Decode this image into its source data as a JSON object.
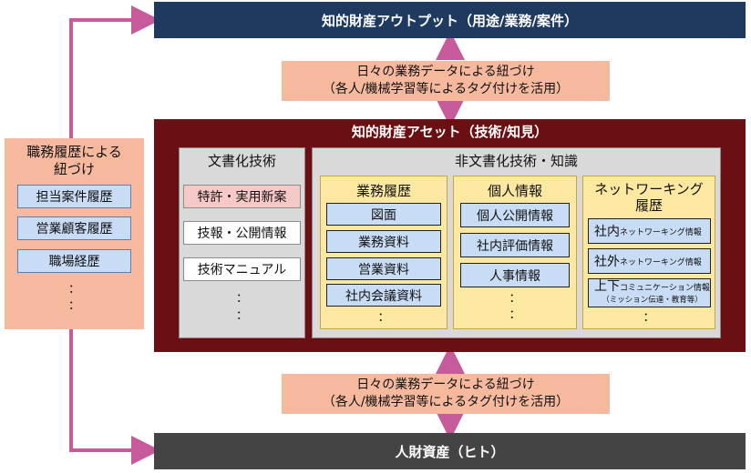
{
  "output_title": "知的財産アウトプット（用途/業務/案件）",
  "link_top": {
    "line1": "日々の業務データによる紐づけ",
    "line2": "（各人/機械学習等によるタグ付けを活用）"
  },
  "link_bottom": {
    "line1": "日々の業務データによる紐づけ",
    "line2": "（各人/機械学習等によるタグ付けを活用）"
  },
  "human_title": "人財資産（ヒト）",
  "left_panel": {
    "title_line1": "職務履歴による",
    "title_line2": "紐づけ",
    "items": [
      "担当案件履歴",
      "営業顧客履歴",
      "職場経歴"
    ],
    "ellipsis": "："
  },
  "asset": {
    "title": "知的財産アセット（技術/知見）",
    "documented": {
      "title": "文書化技術",
      "items": [
        "特許・実用新案",
        "技報・公開情報",
        "技術マニュアル"
      ],
      "ellipsis": "："
    },
    "undocumented": {
      "title": "非文書化技術・知識",
      "work_history": {
        "title": "業務履歴",
        "items": [
          "図面",
          "業務資料",
          "営業資料",
          "社内会議資料"
        ],
        "ellipsis": "："
      },
      "personal": {
        "title": "個人情報",
        "items": [
          "個人公開情報",
          "社内評価情報",
          "人事情報"
        ],
        "ellipsis": "："
      },
      "networking": {
        "title_line1": "ネットワーキング",
        "title_line2": "履歴",
        "items": [
          {
            "main": "社内",
            "sub": "ネットワーキング情報"
          },
          {
            "main": "社外",
            "sub": "ネットワーキング情報"
          },
          {
            "main": "上下",
            "sub": "コミュニケーション情報",
            "sub2": "（ミッション伝達・教育等）"
          }
        ],
        "ellipsis": "："
      }
    }
  },
  "colors": {
    "output_bar": "#1f3a5f",
    "human_bar": "#444444",
    "asset_panel": "#6b0f12",
    "link_box": "#f7b99e",
    "arrow": "#c75a9b",
    "item_blue": "#c9dcf5",
    "column_yellow": "#fde8a1",
    "patent_pink": "#f6c8c8"
  }
}
